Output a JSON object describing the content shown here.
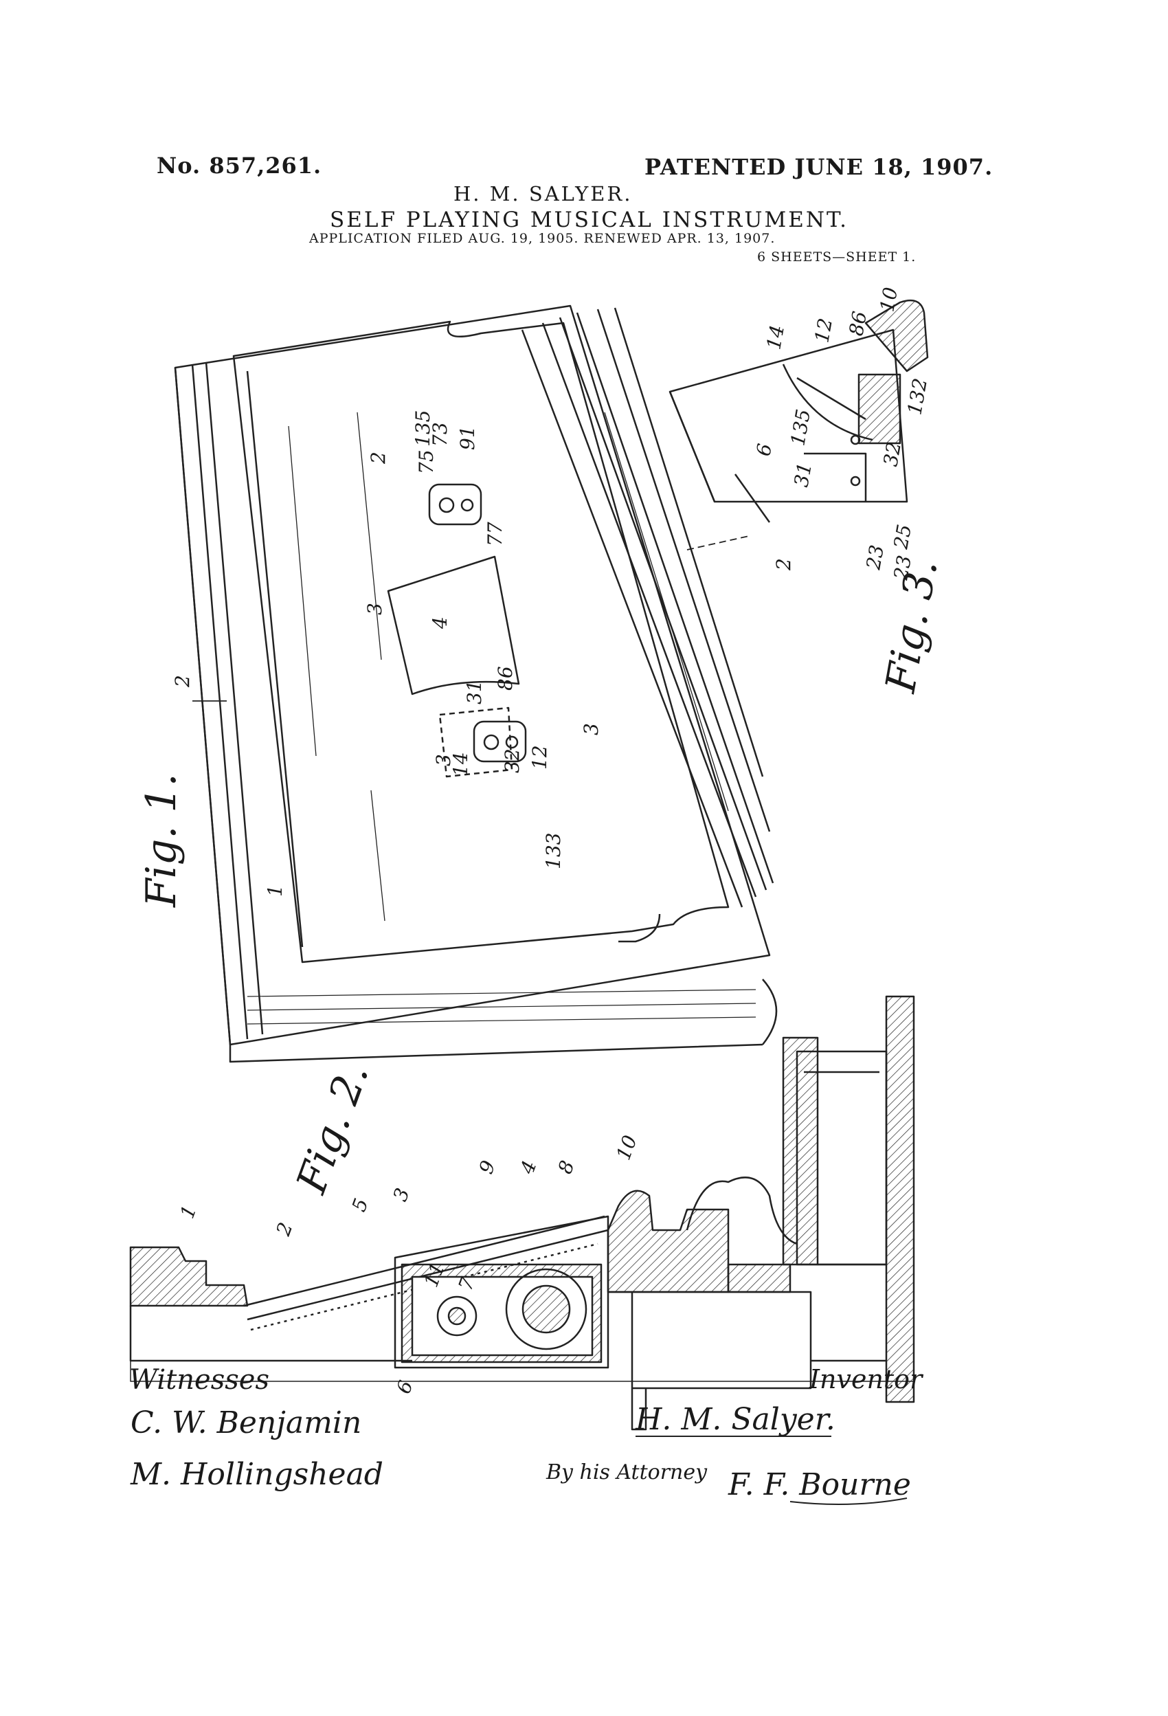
{
  "header": {
    "patent_number": "No. 857,261.",
    "patent_date": "PATENTED JUNE 18, 1907.",
    "inventor": "H. M. SALYER.",
    "title": "SELF PLAYING MUSICAL INSTRUMENT.",
    "application": "APPLICATION FILED AUG. 19, 1905. RENEWED APR. 13, 1907.",
    "sheet": "6 SHEETS—SHEET 1."
  },
  "figures": {
    "fig1": {
      "label": "Fig. 1."
    },
    "fig2": {
      "label": "Fig. 2."
    },
    "fig3": {
      "label": "Fig. 3."
    }
  },
  "reference_numerals": {
    "n1": "1",
    "n2": "2",
    "n3": "3",
    "n4": "4",
    "n5": "5",
    "n6": "6",
    "n7": "7",
    "n8": "8",
    "n9": "9",
    "n10": "10",
    "n11": "11",
    "n12": "12",
    "n14": "14",
    "n23": "23",
    "n25": "25",
    "n31": "31",
    "n32": "32",
    "n73": "73",
    "n75": "75",
    "n77": "77",
    "n86": "86",
    "n91": "91",
    "n132": "132",
    "n133": "133",
    "n135": "135"
  },
  "footer": {
    "witnesses_label": "Witnesses",
    "inventor_label": "Inventor",
    "attorney_label": "By his Attorney"
  },
  "signatures": {
    "witness_1": "C. W. Benjamin",
    "witness_2": "M. Hollingshead",
    "inventor": "H. M. Salyer.",
    "attorney": "F. F. Bourne"
  }
}
